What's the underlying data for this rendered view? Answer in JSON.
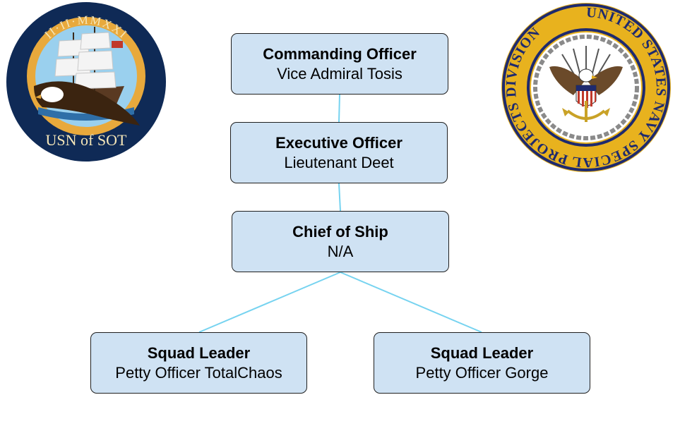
{
  "org_chart": {
    "nodes": [
      {
        "id": "co",
        "role": "Commanding Officer",
        "name": "Vice Admiral Tosis"
      },
      {
        "id": "xo",
        "role": "Executive Officer",
        "name": "Lieutenant Deet"
      },
      {
        "id": "cos",
        "role": "Chief of Ship",
        "name": "N/A"
      },
      {
        "id": "sl1",
        "role": "Squad Leader",
        "name": "Petty Officer TotalChaos"
      },
      {
        "id": "sl2",
        "role": "Squad Leader",
        "name": "Petty Officer Gorge"
      }
    ],
    "edges": [
      {
        "from": "co",
        "to": "xo"
      },
      {
        "from": "xo",
        "to": "cos"
      },
      {
        "from": "cos",
        "to": "sl1"
      },
      {
        "from": "cos",
        "to": "sl2"
      }
    ]
  },
  "logos": {
    "left": {
      "text": "USN of SOT",
      "roman": "II·II·MMXXI"
    },
    "right": {
      "text": "UNITED STATES NAVY SPECIAL PROJECTS DIVISION"
    }
  },
  "colors": {
    "node_fill": "#cfe2f3",
    "node_border": "#1f1f1f",
    "connector": "#76d3f0",
    "left_logo_navy": "#0f2a56",
    "left_logo_gold": "#e8a93c",
    "right_logo_gold": "#e8b21e",
    "right_logo_navy": "#1e2a6e"
  }
}
